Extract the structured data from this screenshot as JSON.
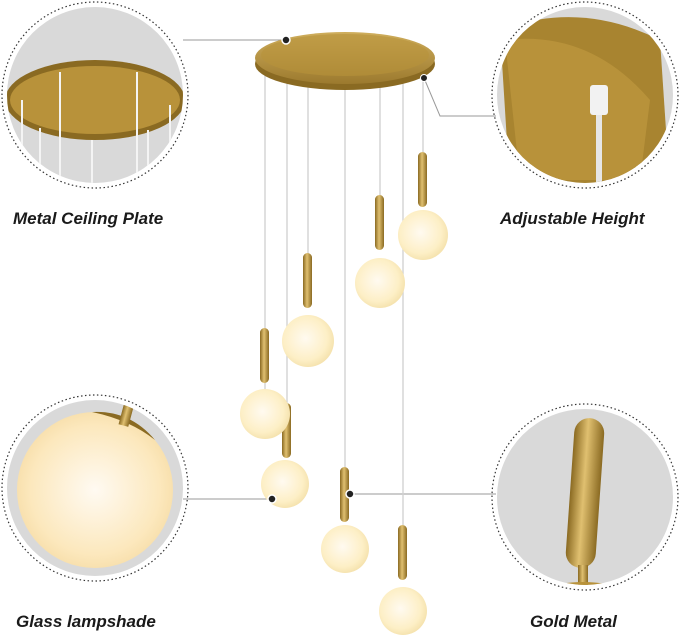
{
  "product": "Gold spiral pendant chandelier with 7 glass globe lights",
  "colors": {
    "gold": "#b8923a",
    "gold_light": "#d6b35a",
    "gold_dark": "#8a6a22",
    "globe": "#fdf0cc",
    "globe_center": "#fffaf0",
    "inset_bg": "#d9d9d9",
    "callout_line": "#9a9a9a",
    "text": "#1a1a1a"
  },
  "callouts": [
    {
      "id": "ceiling-plate",
      "label": "Metal Ceiling Plate"
    },
    {
      "id": "adjustable-height",
      "label": "Adjustable Height"
    },
    {
      "id": "glass-lampshade",
      "label": "Glass lampshade"
    },
    {
      "id": "gold-metal",
      "label": "Gold Metal"
    }
  ],
  "pendant_count": 7
}
